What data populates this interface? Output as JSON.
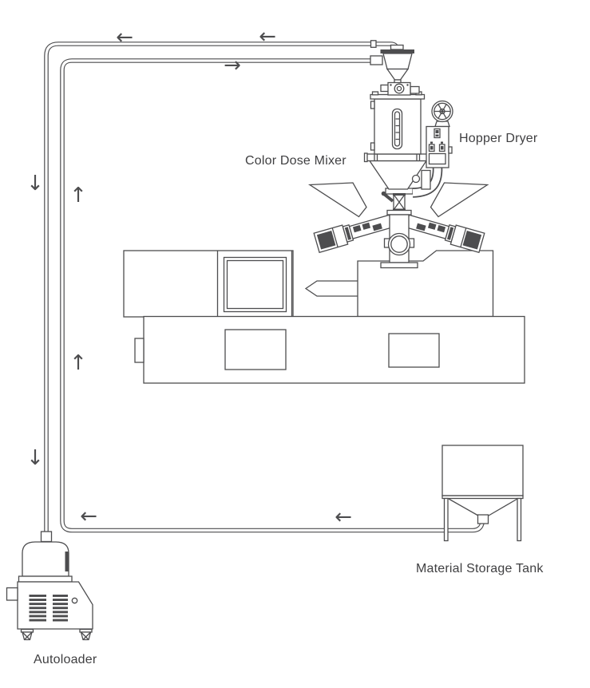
{
  "labels": {
    "color_dose_mixer": "Color Dose Mixer",
    "hopper_dryer": "Hopper Dryer",
    "material_storage_tank": "Material Storage Tank",
    "autoloader": "Autoloader"
  },
  "flow_arrows": [
    {
      "id": "top-return-line-1",
      "glyph": "←",
      "direction": "left"
    },
    {
      "id": "top-return-line-2",
      "glyph": "←",
      "direction": "left"
    },
    {
      "id": "top-feed-line",
      "glyph": "→",
      "direction": "right"
    },
    {
      "id": "left-return-down-1",
      "glyph": "↓",
      "direction": "down"
    },
    {
      "id": "left-feed-up-1",
      "glyph": "↑",
      "direction": "up"
    },
    {
      "id": "left-feed-up-2",
      "glyph": "↑",
      "direction": "up"
    },
    {
      "id": "left-return-down-2",
      "glyph": "↓",
      "direction": "down"
    },
    {
      "id": "bottom-feed-1",
      "glyph": "←",
      "direction": "left"
    },
    {
      "id": "bottom-feed-2",
      "glyph": "←",
      "direction": "left"
    }
  ],
  "colors": {
    "line": "#4d4d4f",
    "text": "#3f3f41",
    "background": "#ffffff"
  }
}
